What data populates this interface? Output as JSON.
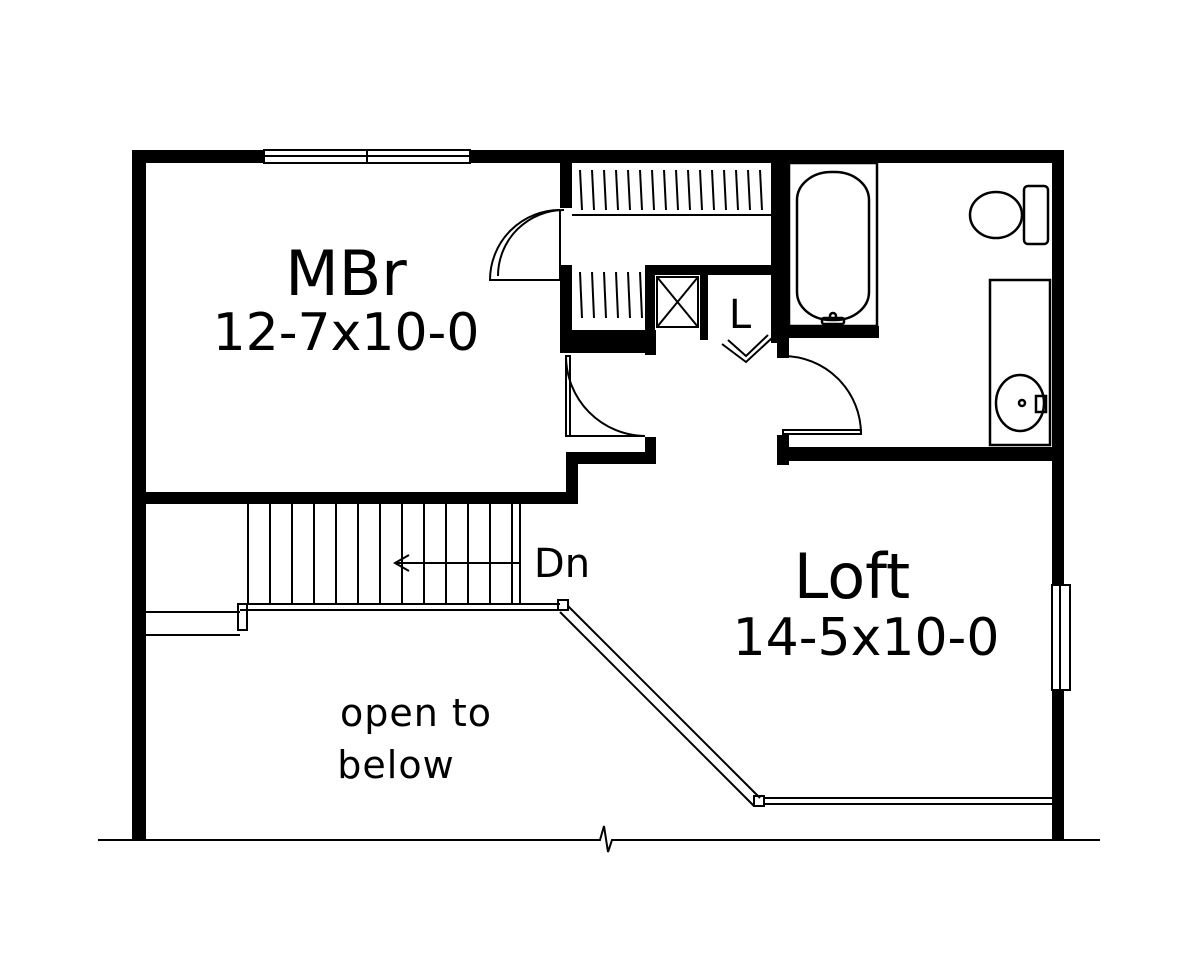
{
  "rooms": {
    "master_bedroom": {
      "name": "MBr",
      "dimensions": "12-7x10-0"
    },
    "loft": {
      "name": "Loft",
      "dimensions": "14-5x10-0"
    }
  },
  "labels": {
    "linen": "L",
    "stairs_down": "Dn",
    "open_line1": "open to",
    "open_line2": "below"
  }
}
